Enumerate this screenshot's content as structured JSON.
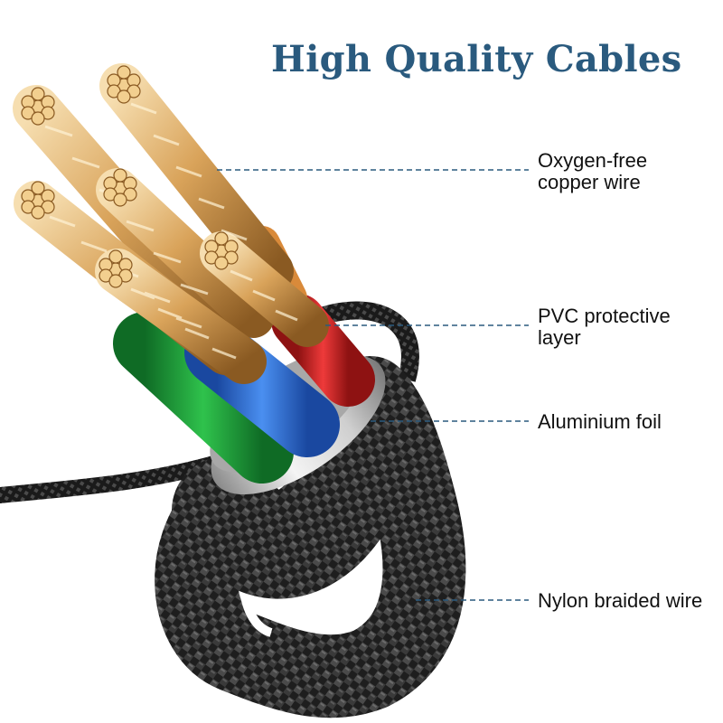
{
  "title": "High Quality Cables",
  "callouts": [
    {
      "id": "copper",
      "lines": [
        "Oxygen-free",
        "copper wire"
      ]
    },
    {
      "id": "pvc",
      "lines": [
        "PVC protective",
        "layer"
      ]
    },
    {
      "id": "foil",
      "lines": [
        "Aluminium foil"
      ]
    },
    {
      "id": "nylon",
      "lines": [
        "Nylon braided wire"
      ]
    }
  ],
  "colors": {
    "title": "#2a5a7e",
    "leader": "#2a5a7e",
    "copper": "#d9a35a",
    "green": "#1e9e3a",
    "blue": "#2a6fd6",
    "red": "#d42a2a",
    "orange": "#d98a3a",
    "foil": "#c8c8c8",
    "braid": "#2a2a2a"
  },
  "icons": [
    "cable-illustration"
  ]
}
